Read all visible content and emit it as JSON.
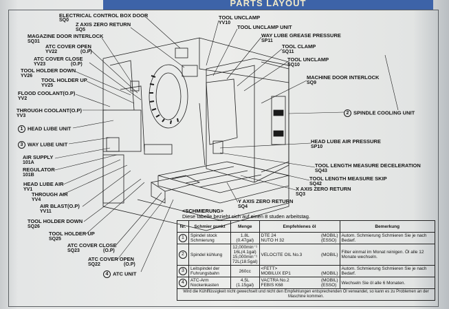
{
  "title": "PARTS LAYOUT",
  "labels": {
    "electrical_control_box_door": "ELECTRICAL CONTROL BOX DOOR",
    "electrical_control_box_door_code": "SQ0",
    "z_axis_zero_return": "Z AXIS ZERO RETURN",
    "z_axis_zero_return_code": "SQ5",
    "magazine_door_interlock": "MAGAZINE DOOR INTERLOCK",
    "magazine_door_interlock_code": "SQ31",
    "atc_cover_open_top": "ATC COVER OPEN",
    "atc_cover_open_top_code": "YV22",
    "atc_cover_open_top_op": "(O.P)",
    "atc_cover_close_top": "ATC COVER CLOSE",
    "atc_cover_close_top_code": "YV23",
    "atc_cover_close_top_op": "(O.P)",
    "tool_holder_down_top": "TOOL HOLDER DOWN",
    "tool_holder_down_top_code": "YV26",
    "tool_holder_up_top": "TOOL HOLDER UP",
    "tool_holder_up_top_code": "YV25",
    "flood_coolant": "FLOOD COOLANT(O.P)",
    "flood_coolant_code": "YV2",
    "through_coolant": "THROUGH COOLANT(O.P)",
    "through_coolant_code": "YV3",
    "head_lube_unit_num": "1",
    "head_lube_unit": "HEAD LUBE UNIT",
    "way_lube_unit_num": "3",
    "way_lube_unit": "WAY LUBE UNIT",
    "air_supply": "AIR SUPPLY",
    "air_supply_code": "101A",
    "regulator": "REGULATOR",
    "regulator_code": "101B",
    "head_lube_air": "HEAD LUBE AIR",
    "head_lube_air_code": "YV1",
    "through_air": "THROUGH AIR",
    "through_air_code": "YV4",
    "air_blast": "AIR BLAST(O.P)",
    "air_blast_code": "YV11",
    "tool_holder_down_bottom": "TOOL HOLDER DOWN",
    "tool_holder_down_bottom_code": "SQ26",
    "tool_holder_up_bottom": "TOOL HOLDER UP",
    "tool_holder_up_bottom_code": "SQ25",
    "atc_cover_close_bottom": "ATC COVER CLOSE",
    "atc_cover_close_bottom_code": "SQ23",
    "atc_cover_close_bottom_op": "(O.P)",
    "atc_cover_open_bottom": "ATC COVER OPEN",
    "atc_cover_open_bottom_code": "SQ22",
    "atc_cover_open_bottom_op": "(O.P)",
    "atc_unit_num": "4",
    "atc_unit": "ATC UNIT",
    "tool_unclamp": "TOOL UNCLAMP",
    "tool_unclamp_code": "YV10",
    "tool_unclamp_unit": "TOOL UNCLAMP UNIT",
    "way_lube_grease_pressure": "WAY LUBE GREASE PRESSURE",
    "way_lube_grease_pressure_code": "SP11",
    "tool_clamp": "TOOL CLAMP",
    "tool_clamp_code": "SQ11",
    "tool_unclamp_right": "TOOL UNCLAMP",
    "tool_unclamp_right_code": "SQ10",
    "machine_door_interlock": "MACHINE DOOR INTERLOCK",
    "machine_door_interlock_code": "SQ9",
    "spindle_cooling_unit_num": "2",
    "spindle_cooling_unit": "SPINDLE COOLING UNIT",
    "head_lube_air_pressure": "HEAD LUBE AIR PRESSURE",
    "head_lube_air_pressure_code": "SP10",
    "tool_length_measure_deceleration": "TOOL LENGTH MEASURE DECELERATION",
    "tool_length_measure_deceleration_code": "SQ43",
    "tool_length_measure_skip": "TOOL LENGTH MEASURE SKIP",
    "tool_length_measure_skip_code": "SQ42",
    "x_axis_zero_return": "X AXIS ZERO RETURN",
    "x_axis_zero_return_code": "SQ3",
    "y_axis_zero_return": "Y AXIS ZERO RETURN",
    "y_axis_zero_return_code": "SQ4"
  },
  "lube_section": {
    "title": "<SCHMIERUNG>",
    "subtitle": "Diese tabelle bezieht sich auf einen 8 studen arbeitstag.",
    "headers": [
      "Nr.",
      "Schmier punkt",
      "Menge",
      "Empfehlenes öl",
      "Bemerkung"
    ],
    "rows": [
      {
        "nr": "1",
        "punkt": "Spindel stock Schmierung",
        "menge": "1.8L (0.47gal)",
        "oil": "DTE 24\nNUTO H 32",
        "brand": "(MOBIL)\n(ESSO)",
        "bemerkung": "Autom. Schmierung Schmieren Sie je nach Bedarf."
      },
      {
        "nr": "2",
        "punkt": "Spindel kühlung",
        "menge": "12,000min⁻¹ 16L(4.1gal)\n15,000min⁻¹ 72L(18.5gal)",
        "oil": "VELOCITE OIL No.3",
        "brand": "(MOBIL)",
        "bemerkung": "Filter einmal im Monat reinigen. Öl alle 12 Monate wechseln."
      },
      {
        "nr": "3",
        "punkt": "Leitspindel der Fuhrungsbahn",
        "menge": "260cc",
        "oil": "<FETT>\nMOBILUX EP1",
        "brand": "\n(MOBIL)",
        "bemerkung": "Autom. Schmierung Schmieren Sie je nach Bedarf."
      },
      {
        "nr": "4",
        "punkt": "ATC-Arm Nockenkasten",
        "menge": "4.5L (1.15gal)",
        "oil": "VACTRA No.2\nFEBIS K68",
        "brand": "(MOBIL)\n(ESSO)",
        "bemerkung": "Wechseln Sie öl alle 6 Monaten."
      }
    ],
    "footer": "Wird die Kühlflüssigkeit nicht gewechselt und nicht den Empfehlungen entsprechenden Öl verwandet, so kann es zu Problemen an der Maschine kommen."
  }
}
